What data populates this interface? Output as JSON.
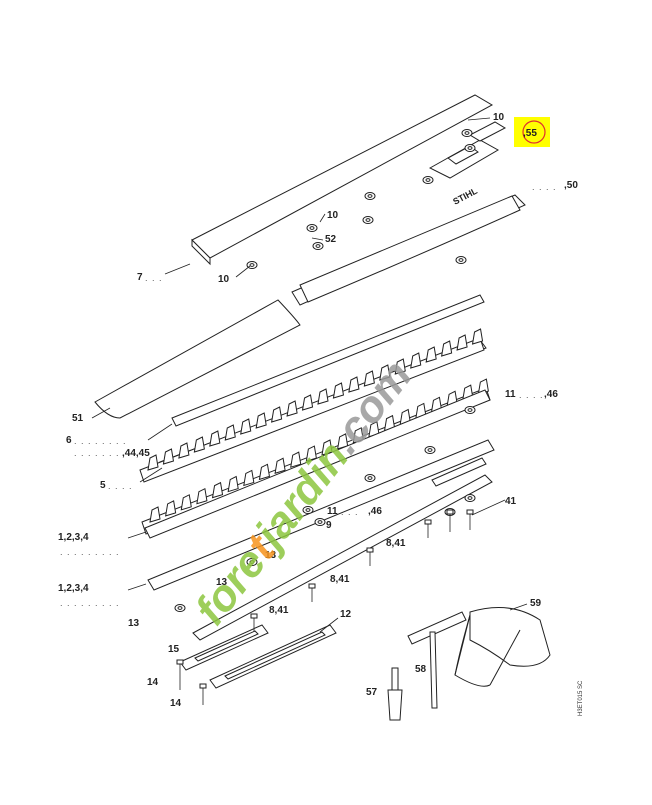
{
  "labels": {
    "l10a": "10",
    "l55": ",55",
    "l50": ",50",
    "l10b": "10",
    "l52": "52",
    "l7": "7",
    "l10c": "10",
    "l51": "51",
    "l6": "6",
    "l4445": ",44,45",
    "l1146a": "11",
    "l46a": ",46",
    "l5": "5",
    "l11b": "11",
    "l46b": ",46",
    "l9": "9",
    "l41": "41",
    "l1234a": "1,2,3,4",
    "l841a": "8,41",
    "l13a": "13",
    "l841b": "8,41",
    "l1234b": "1,2,3,4",
    "l13b": "13",
    "l841c": "8,41",
    "l12": "12",
    "l13c": "13",
    "l15": "15",
    "l59": "59",
    "l14a": "14",
    "l58": "58",
    "l14b": "14",
    "l57": "57"
  },
  "stihl_logo": "STIHL",
  "drawing_code": "H3ET015 SC",
  "watermark": {
    "text": "foretjardin.com",
    "colors": [
      "#8cc63f",
      "#f7941d",
      "#8cc63f",
      "#999999"
    ]
  },
  "highlight_color": "#ffff00",
  "highlight_ring_color": "#e03030"
}
